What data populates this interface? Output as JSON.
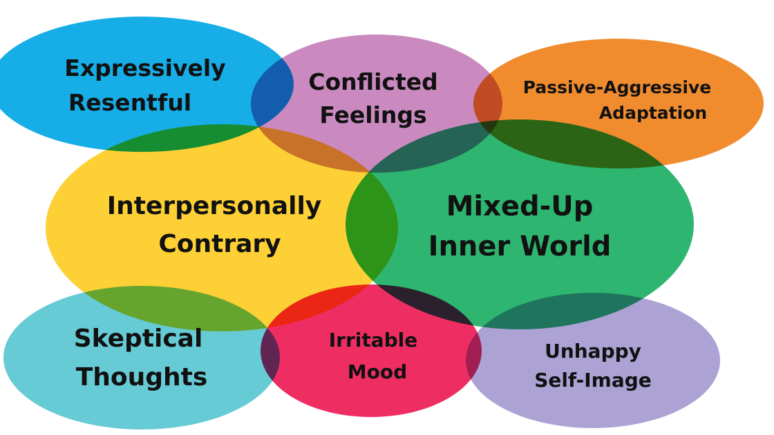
{
  "diagram": {
    "nodes": [
      {
        "id": "expressively-resentful",
        "lines": [
          "Expressively",
          "Resentful"
        ],
        "color": "#12ABE6"
      },
      {
        "id": "conflicted-feelings",
        "lines": [
          "Conflicted",
          "Feelings"
        ],
        "color": "#C47DB8"
      },
      {
        "id": "passive-aggressive-adaptation",
        "lines": [
          "Passive-Aggressive",
          "Adaptation"
        ],
        "color": "#F18A2A"
      },
      {
        "id": "interpersonally-contrary",
        "lines": [
          "Interpersonally",
          "Contrary"
        ],
        "color": "#FDC60A"
      },
      {
        "id": "mixed-up-inner-world",
        "lines": [
          "Mixed-Up",
          "Inner World"
        ],
        "color": "#00A651"
      },
      {
        "id": "skeptical-thoughts",
        "lines": [
          "Skeptical",
          "Thoughts"
        ],
        "color": "#56C5D0"
      },
      {
        "id": "irritable-mood",
        "lines": [
          "Irritable",
          "Mood"
        ],
        "color": "#ED1C56"
      },
      {
        "id": "unhappy-self-image",
        "lines": [
          "Unhappy",
          "Self-Image"
        ],
        "color": "#A59AD0"
      }
    ]
  }
}
